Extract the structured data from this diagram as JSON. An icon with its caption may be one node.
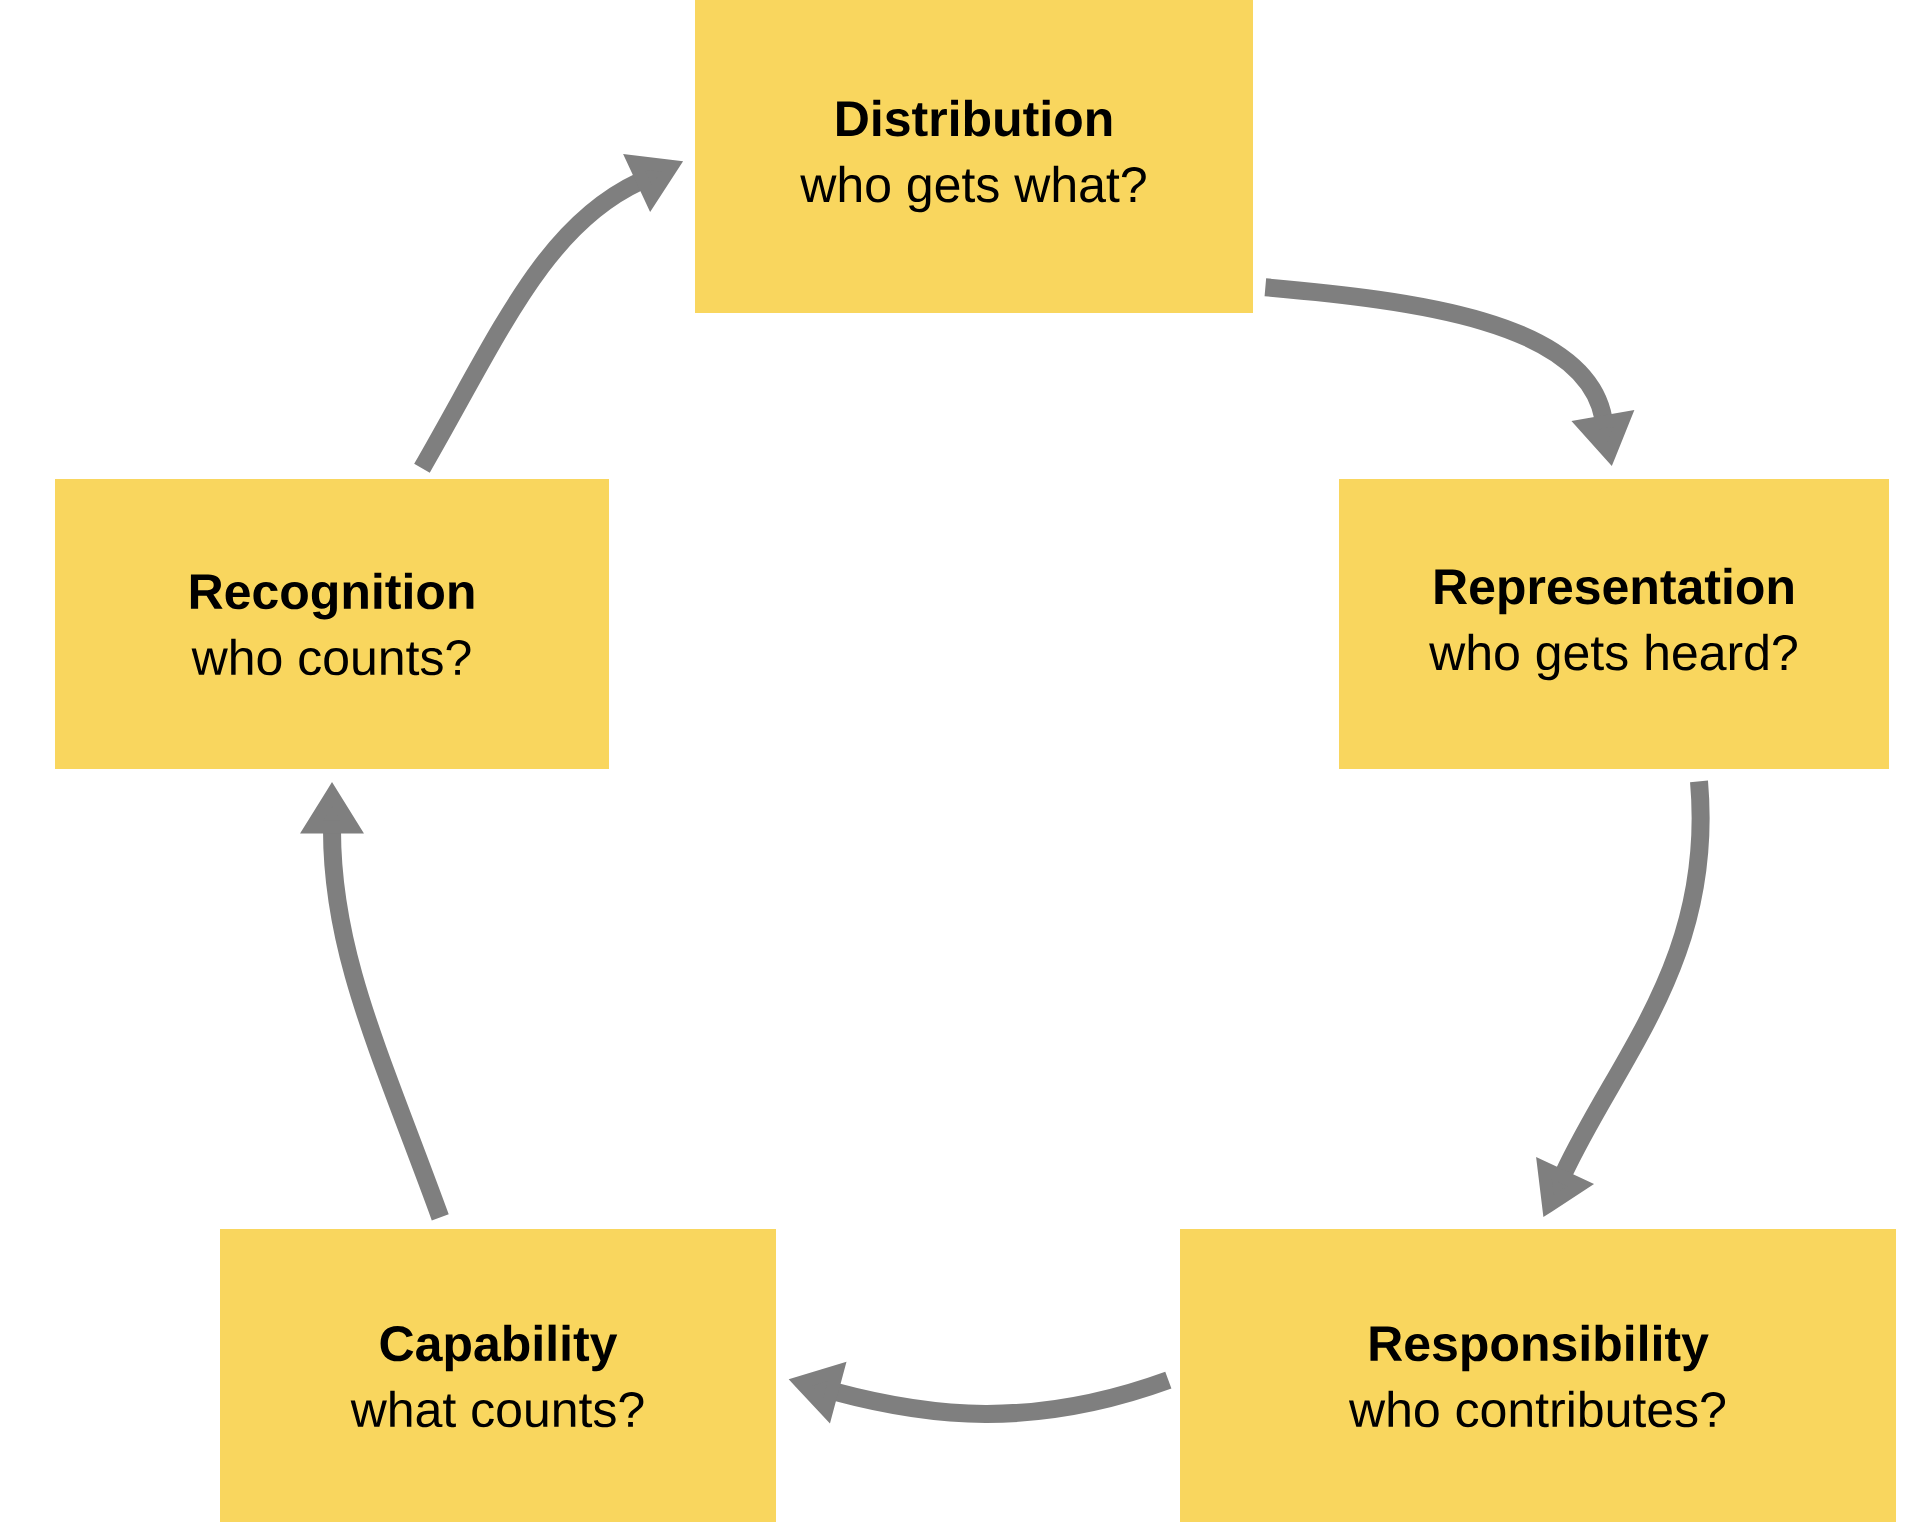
{
  "diagram": {
    "nodes": [
      {
        "text": [
          "Distribution",
          "who gets what?"
        ]
      },
      {
        "text": [
          "Recognition",
          "who counts?"
        ]
      },
      {
        "text": [
          "Representation",
          "who gets heard?"
        ]
      },
      {
        "text": [
          "Capability",
          "what counts?"
        ]
      },
      {
        "text": [
          "Responsibility",
          "who contributes?"
        ]
      }
    ],
    "edges": [
      {
        "from": 0,
        "to": 2,
        "arrow": "to"
      },
      {
        "from": 2,
        "to": 4,
        "arrow": "to"
      },
      {
        "from": 4,
        "to": 3,
        "arrow": "to"
      },
      {
        "from": 3,
        "to": 1,
        "arrow": "to"
      },
      {
        "from": 1,
        "to": 0,
        "arrow": "to"
      }
    ]
  }
}
